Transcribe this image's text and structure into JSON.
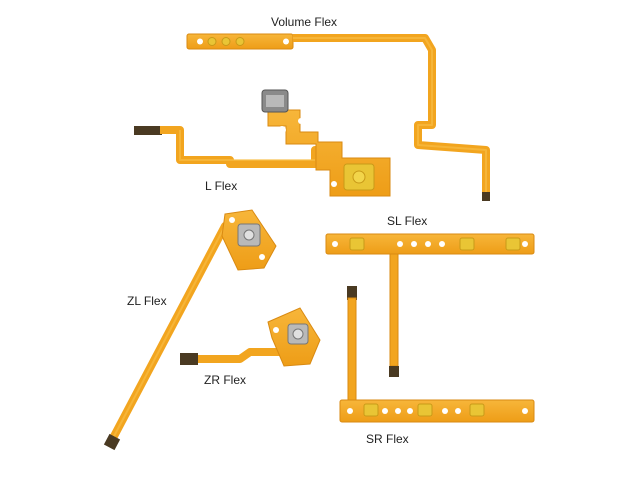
{
  "labels": {
    "volume": "Volume Flex",
    "l": "L Flex",
    "sl": "SL Flex",
    "zl": "ZL Flex",
    "zr": "ZR Flex",
    "sr": "SR Flex"
  },
  "colors": {
    "background": "#ffffff",
    "flex_body": "#f2a51f",
    "flex_edge": "#d98a12",
    "flex_light": "#f8bf4a",
    "button_gold": "#e9c535",
    "button_metal": "#b9b9b9",
    "connector": "#4a3a22",
    "label_text": "#222222"
  }
}
